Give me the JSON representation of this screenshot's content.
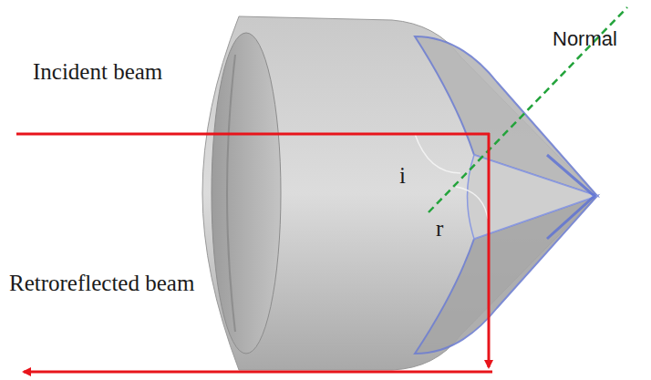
{
  "diagram": {
    "labels": [
      "Incident beam",
      "Retroreflected beam",
      "Normal",
      "i",
      "r"
    ]
  }
}
